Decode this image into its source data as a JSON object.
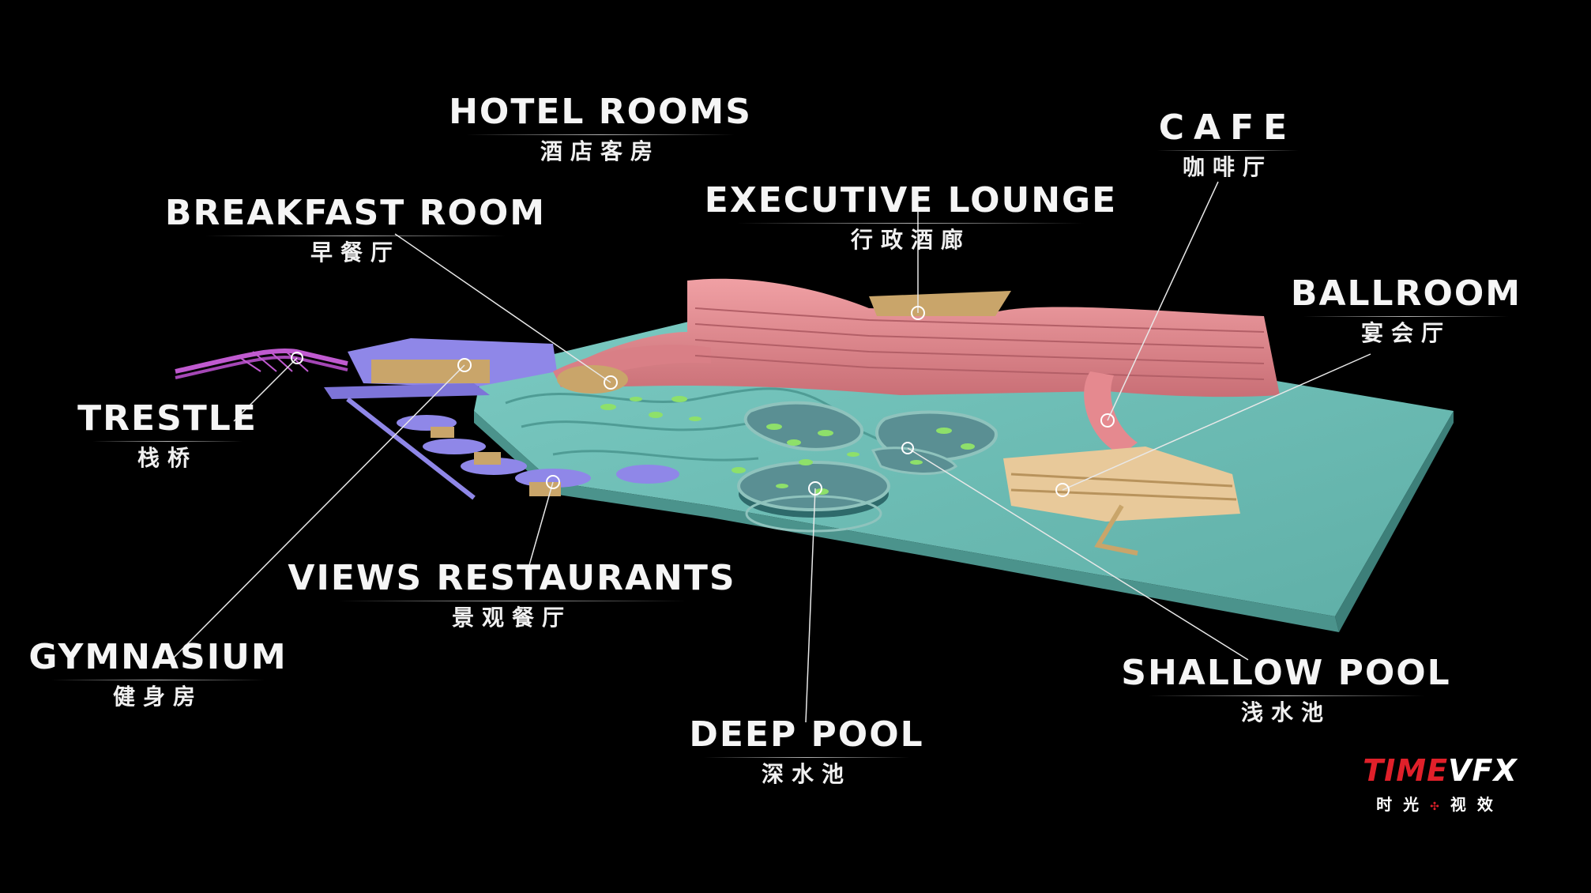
{
  "labels": {
    "hotel_rooms": {
      "en": "HOTEL ROOMS",
      "zh": "酒店客房"
    },
    "cafe": {
      "en": "CAFE",
      "zh": "咖啡厅"
    },
    "breakfast_room": {
      "en": "BREAKFAST ROOM",
      "zh": "早餐厅"
    },
    "executive_lounge": {
      "en": "EXECUTIVE LOUNGE",
      "zh": "行政酒廊"
    },
    "ballroom": {
      "en": "BALLROOM",
      "zh": "宴会厅"
    },
    "trestle": {
      "en": "TRESTLE",
      "zh": "栈桥"
    },
    "views_restaurants": {
      "en": "VIEWS RESTAURANTS",
      "zh": "景观餐厅"
    },
    "gymnasium": {
      "en": "GYMNASIUM",
      "zh": "健身房"
    },
    "shallow_pool": {
      "en": "SHALLOW POOL",
      "zh": "浅水池"
    },
    "deep_pool": {
      "en": "DEEP POOL",
      "zh": "深水池"
    }
  },
  "logo": {
    "brand_a": "TIME",
    "brand_b": "VFX",
    "sub_a": "时光",
    "sub_b": "视效"
  },
  "colors": {
    "background": "#000000",
    "site": "#6dbcb5",
    "water": "#5a8f93",
    "hotel": "#e5898f",
    "restaurants": "#8f87e8",
    "trestle": "#c05ad0",
    "ballroom": "#e8c99a",
    "leaf": "#8ee06a",
    "accent": "#e0202a"
  }
}
